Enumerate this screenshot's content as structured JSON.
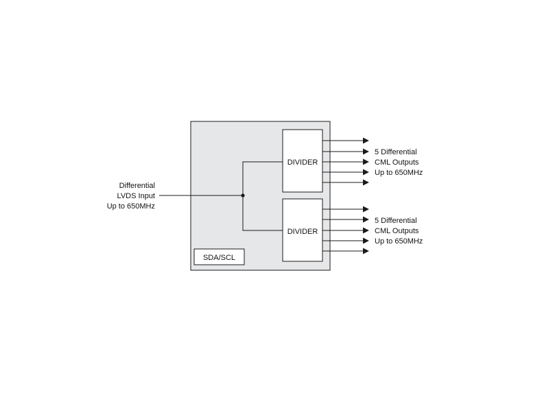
{
  "input": {
    "lines": [
      "Differential",
      "LVDS Input",
      "Up to 650MHz"
    ]
  },
  "dividers": [
    {
      "label": "DIVIDER",
      "outputs": {
        "lines": [
          "5 Differential",
          "CML Outputs",
          "Up to 650MHz"
        ]
      }
    },
    {
      "label": "DIVIDER",
      "outputs": {
        "lines": [
          "5 Differential",
          "CML Outputs",
          "Up to 650MHz"
        ]
      }
    }
  ],
  "bus_label": "SDA/SCL",
  "colors": {
    "chip_fill": "#e6e7e9",
    "stroke": "#1a1a1a"
  }
}
